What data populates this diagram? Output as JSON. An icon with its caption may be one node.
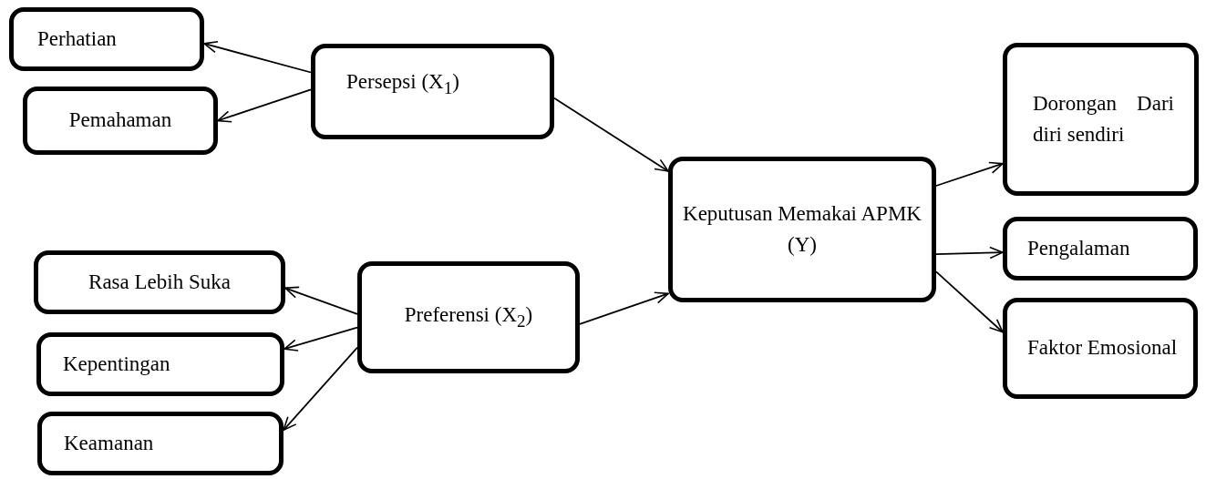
{
  "diagram": {
    "nodes": [
      {
        "text": [
          "Perhatian"
        ]
      },
      {
        "text": [
          "Persepsi (X$_{1}$)"
        ]
      },
      {
        "text": [
          "Pemahaman"
        ]
      },
      {
        "text": [
          "Dorongan Dari diri sendiri"
        ]
      },
      {
        "text": [
          "Keputusan Memakai APMK (Y)"
        ]
      },
      {
        "text": [
          "Pengalaman"
        ]
      },
      {
        "text": [
          "Rasa Lebih Suka"
        ]
      },
      {
        "text": [
          "Preferensi (X$_{2}$)"
        ]
      },
      {
        "text": [
          "Faktor Emosional"
        ]
      },
      {
        "text": [
          "Kepentingan"
        ]
      },
      {
        "text": [
          "Keamanan"
        ]
      }
    ],
    "edges": [
      {
        "from": 1,
        "to": 0,
        "arrow": "to"
      },
      {
        "from": 1,
        "to": 2,
        "arrow": "to"
      },
      {
        "from": 1,
        "to": 4,
        "arrow": "to"
      },
      {
        "from": 7,
        "to": 4,
        "arrow": "to"
      },
      {
        "from": 7,
        "to": 6,
        "arrow": "to"
      },
      {
        "from": 7,
        "to": 9,
        "arrow": "to"
      },
      {
        "from": 7,
        "to": 10,
        "arrow": "to"
      },
      {
        "from": 4,
        "to": 3,
        "arrow": "to"
      },
      {
        "from": 4,
        "to": 5,
        "arrow": "to"
      },
      {
        "from": 4,
        "to": 8,
        "arrow": "to"
      }
    ]
  }
}
